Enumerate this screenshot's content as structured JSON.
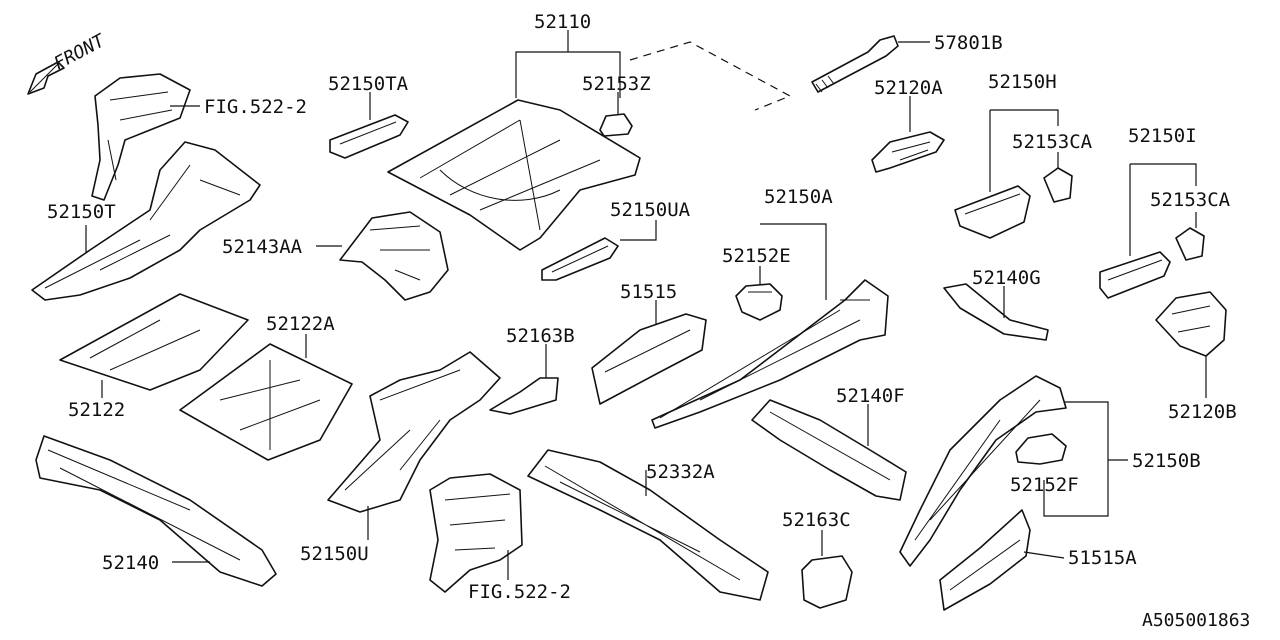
{
  "labels": {
    "front": "FRONT",
    "fig_top": "FIG.522-2",
    "fig_bottom": "FIG.522-2",
    "p52110": "52110",
    "p57801B": "57801B",
    "p52150TA": "52150TA",
    "p52153Z": "52153Z",
    "p52120A": "52120A",
    "p52150H": "52150H",
    "p52153CA_1": "52153CA",
    "p52150I": "52150I",
    "p52153CA_2": "52153CA",
    "p52150T": "52150T",
    "p52150UA": "52150UA",
    "p52150A": "52150A",
    "p52143AA": "52143AA",
    "p52152E": "52152E",
    "p52140G": "52140G",
    "p51515": "51515",
    "p52122A": "52122A",
    "p52163B": "52163B",
    "p52122": "52122",
    "p52140F": "52140F",
    "p52120B": "52120B",
    "p52150B": "52150B",
    "p52332A": "52332A",
    "p52152F": "52152F",
    "p52163C": "52163C",
    "p52150U": "52150U",
    "p52140": "52140",
    "p51515A": "51515A",
    "diagram_code": "A505001863"
  }
}
